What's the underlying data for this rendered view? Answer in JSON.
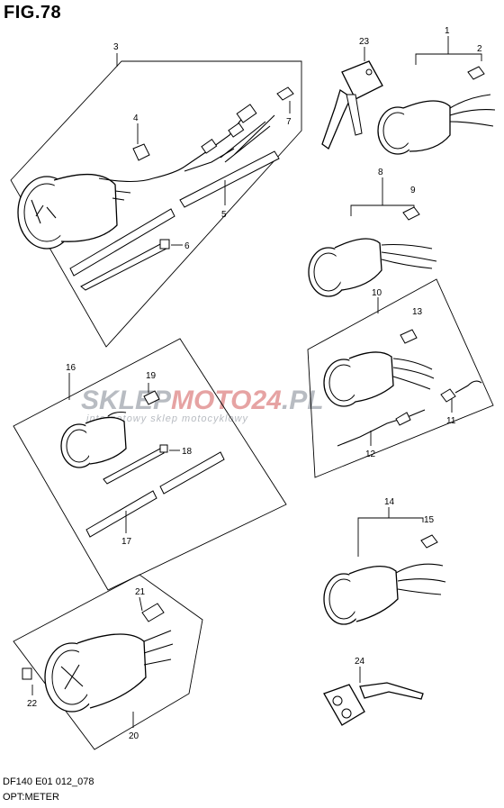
{
  "title": "FIG.78",
  "footer": {
    "code": "DF140 E01 012_078",
    "name": "OPT:METER"
  },
  "watermark": {
    "part1": "SKLEP",
    "part2": "MOTO",
    "part3": "24",
    "part4": ".PL",
    "tagline": "internetowy sklep motocyklowy",
    "color_grey": "#b8bcc2",
    "color_red": "#e6a3a3"
  },
  "callouts": {
    "p1": "1",
    "p2": "2",
    "p3": "3",
    "p4": "4",
    "p5": "5",
    "p6": "6",
    "p7": "7",
    "p8": "8",
    "p9": "9",
    "p10": "10",
    "p11": "11",
    "p12": "12",
    "p13": "13",
    "p14": "14",
    "p15": "15",
    "p16": "16",
    "p17": "17",
    "p18": "18",
    "p19": "19",
    "p20": "20",
    "p21": "21",
    "p22": "22",
    "p23": "23",
    "p24": "24"
  }
}
